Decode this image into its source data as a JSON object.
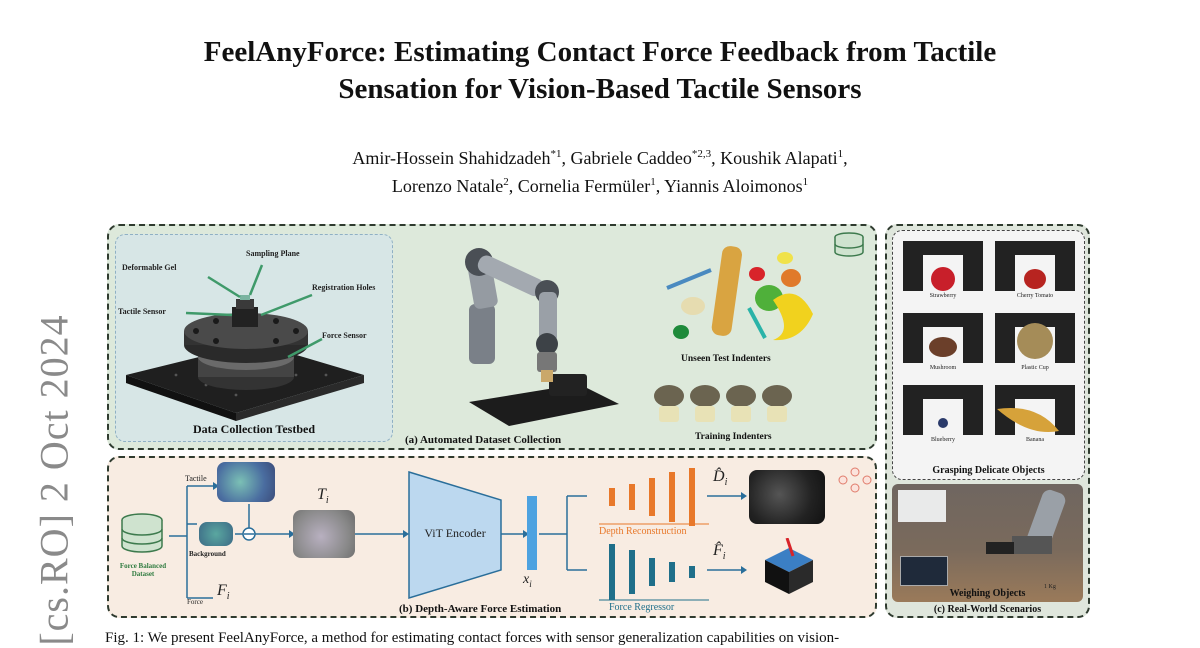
{
  "arxiv_stamp": "[cs.RO]  2 Oct 2024",
  "title_line1": "FeelAnyForce: Estimating Contact Force Feedback from Tactile",
  "title_line2": "Sensation for Vision-Based Tactile Sensors",
  "authors": [
    {
      "name": "Amir-Hossein Shahidzadeh",
      "sup": "*1",
      "sep": ", "
    },
    {
      "name": "Gabriele Caddeo",
      "sup": "*2,3",
      "sep": ", "
    },
    {
      "name": "Koushik Alapati",
      "sup": "1",
      "sep": ","
    },
    {
      "name": "Lorenzo Natale",
      "sup": "2",
      "sep": ", "
    },
    {
      "name": "Cornelia Fermüler",
      "sup": "1",
      "sep": ", "
    },
    {
      "name": "Yiannis Aloimonos",
      "sup": "1",
      "sep": ""
    }
  ],
  "figure": {
    "panel_a": {
      "caption": "(a) Automated Dataset Collection",
      "testbed_caption": "Data Collection Testbed",
      "testbed_labels": {
        "deformable_gel": "Deformable Gel",
        "sampling_plane": "Sampling Plane",
        "registration_holes": "Registration Holes",
        "tactile_sensor": "Tactile Sensor",
        "force_sensor": "Force Sensor"
      },
      "unseen_caption": "Unseen Test Indenters",
      "training_caption": "Training Indenters"
    },
    "panel_b": {
      "caption": "(b) Depth-Aware Force Estimation",
      "tactile_label": "Tactile",
      "background_label": "Background",
      "force_label": "Force",
      "force_symbol": "F",
      "force_sub": "i",
      "dataset_label_line1": "Force Balanced",
      "dataset_label_line2": "Dataset",
      "ti_symbol": "T",
      "ti_sub": "i",
      "encoder_label": "ViT Encoder",
      "xi_symbol": "x",
      "xi_sub": "i",
      "depth_label": "Depth Reconstruction",
      "force_regressor_label": "Force Regressor",
      "d_hat": "D̂",
      "d_hat_sub": "i",
      "f_hat": "F̂",
      "f_hat_sub": "i"
    },
    "panel_c": {
      "caption": "(c) Real-World Scenarios",
      "grasping_caption": "Grasping Delicate Objects",
      "objects": [
        "Strawberry",
        "Cherry Tomato",
        "Mushroom",
        "Plastic Cup",
        "Blueberry",
        "Banana"
      ],
      "weighing_caption": "Weighing Objects",
      "weight_readout": "1 Kg"
    }
  },
  "caption_text": "Fig. 1: We present FeelAnyForce, a method for estimating contact forces with sensor generalization capabilities on vision-"
}
